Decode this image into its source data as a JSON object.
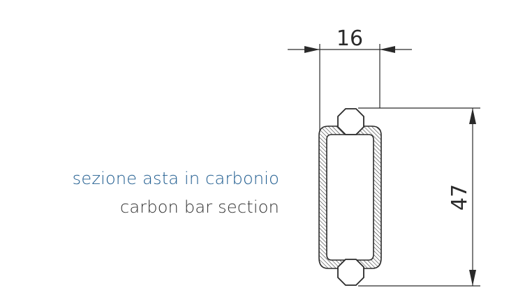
{
  "caption": {
    "italian": "sezione asta in carbonio",
    "english": "carbon bar section"
  },
  "dimensions": {
    "width": "16",
    "height": "47"
  },
  "colors": {
    "caption_italian": "#1f5c8f",
    "caption_english": "#333333",
    "lines": "#2a2a2a",
    "background": "#ffffff"
  }
}
